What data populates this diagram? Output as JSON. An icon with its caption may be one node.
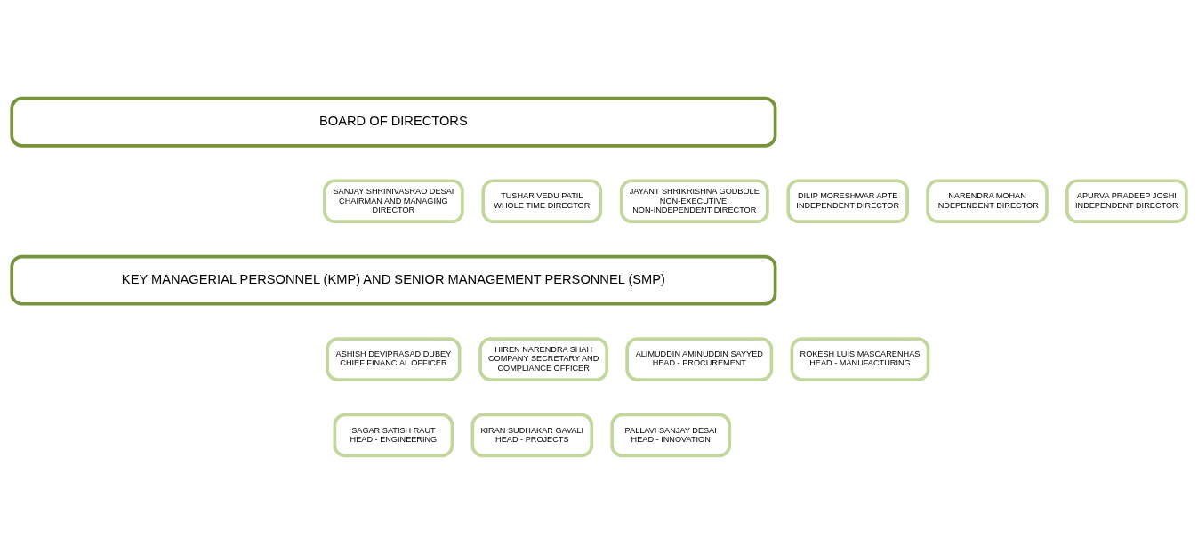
{
  "diagram": {
    "nodes": [
      {
        "text": [
          "BOARD OF DIRECTORS"
        ]
      },
      {
        "text": [
          "SANJAY SHRINIVASRAO DESAI",
          "CHAIRMAN AND MANAGING DIRECTOR"
        ]
      },
      {
        "text": [
          "TUSHAR VEDU PATIL",
          "WHOLE TIME DIRECTOR"
        ]
      },
      {
        "text": [
          "JAYANT SHRIKRISHNA GODBOLE",
          "NON-EXECUTIVE, NON-INDEPENDENT DIRECTOR"
        ]
      },
      {
        "text": [
          "DILIP MORESHWAR APTE",
          "INDEPENDENT DIRECTOR"
        ]
      },
      {
        "text": [
          "NARENDRA MOHAN",
          "INDEPENDENT DIRECTOR"
        ]
      },
      {
        "text": [
          "APURVA PRADEEP JOSHI",
          "INDEPENDENT DIRECTOR"
        ]
      },
      {
        "text": [
          "KEY MANAGERIAL PERSONNEL (KMP) AND SENIOR MANAGEMENT PERSONNEL (SMP)"
        ]
      },
      {
        "text": [
          "ASHISH DEVIPRASAD DUBEY",
          "CHIEF FINANCIAL OFFICER"
        ]
      },
      {
        "text": [
          "HIREN NARENDRA SHAH",
          "COMPANY SECRETARY AND COMPLIANCE OFFICER"
        ]
      },
      {
        "text": [
          "ALIMUDDIN AMINUDDIN SAYYED",
          "HEAD - PROCUREMENT"
        ]
      },
      {
        "text": [
          "ROKESH LUIS MASCARENHAS",
          "HEAD - MANUFACTURING"
        ]
      },
      {
        "text": [
          "SAGAR SATISH RAUT",
          "HEAD - ENGINEERING"
        ]
      },
      {
        "text": [
          "KIRAN SUDHAKAR GAVALI",
          "HEAD - PROJECTS"
        ]
      },
      {
        "text": [
          "PALLAVI SANJAY DESAI",
          "HEAD - INNOVATION"
        ]
      }
    ],
    "edges": []
  }
}
